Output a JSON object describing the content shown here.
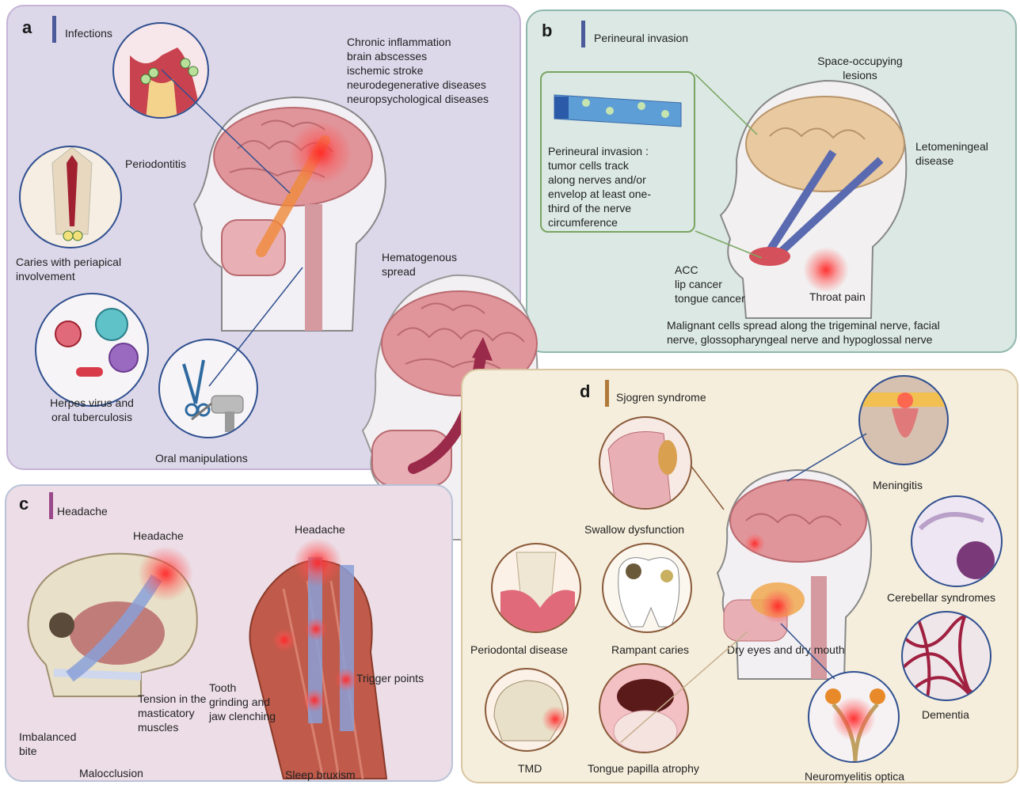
{
  "panel_a": {
    "letter": "a",
    "title": "Infections",
    "consequences": [
      "Chronic inflammation",
      "brain abscesses",
      "ischemic stroke",
      "neurodegenerative diseases",
      "neuropsychological diseases"
    ],
    "periodontitis": "Periodontitis",
    "caries": [
      "Caries with  periapical",
      "involvement"
    ],
    "herpes": [
      "Herpes virus and",
      "oral tuberculosis"
    ],
    "oral_manipulations": "Oral manipulations",
    "hematogenous": [
      "Hematogenous",
      "spread"
    ]
  },
  "panel_b": {
    "letter": "b",
    "title": "Perineural invasion",
    "definition": [
      "Perineural invasion :",
      "tumor cells track",
      "along nerves and/or",
      "envelop at least one-",
      "third of the nerve",
      "circumference"
    ],
    "space_occupying": [
      "Space-occupying",
      "lesions"
    ],
    "letomeningeal": [
      "Letomeningeal",
      "disease"
    ],
    "cancers": [
      "ACC",
      "lip cancer",
      "tongue cancer"
    ],
    "throat_pain": "Throat pain",
    "spread": [
      "Malignant cells spread along the trigeminal nerve, facial",
      "nerve, glossopharyngeal nerve and hypoglossal nerve"
    ]
  },
  "panel_c": {
    "letter": "c",
    "title": "Headache",
    "headache_left": "Headache",
    "headache_right": "Headache",
    "tension": [
      "Tension in the",
      "masticatory",
      "muscles"
    ],
    "imbalanced": [
      "Imbalanced",
      "bite"
    ],
    "malocclusion": "Malocclusion",
    "grinding": [
      "Tooth",
      "grinding and",
      "jaw clenching"
    ],
    "trigger": "Trigger points",
    "bruxism": "Sleep bruxism"
  },
  "panel_d": {
    "letter": "d",
    "title": "Sjogren syndrome",
    "swallow": "Swallow dysfunction",
    "periodontal": "Periodontal disease",
    "rampant": "Rampant caries",
    "tmd": "TMD",
    "papilla": "Tongue papilla atrophy",
    "dry": "Dry eyes and dry mouth",
    "meningitis": "Meningitis",
    "cerebellar": "Cerebellar syndromes",
    "dementia": "Dementia",
    "nmo": "Neuromyelitis optica"
  },
  "colors": {
    "bar_a": "#4a5a9a",
    "bar_b": "#4a5a9a",
    "bar_c": "#9a4a8a",
    "bar_d": "#b07a3a",
    "brain": "#e0959a",
    "brain_b": "#e8c9a0",
    "circle_border": "#2f4f8f",
    "circle_border_d": "#8a5a3a",
    "arrow": "#9a2a4a"
  }
}
